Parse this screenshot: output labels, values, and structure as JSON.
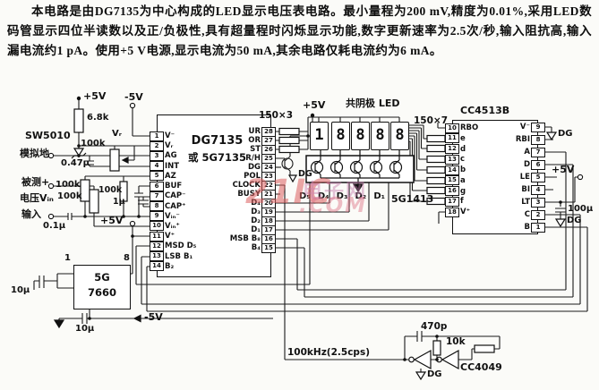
{
  "header": {
    "text": "本电路是由DG7135为中心构成的LED显示电压表电路。最小量程为200 mV,精度为0.01%,采用LED数码管显示四位半读数以及正/负极性,具有超量程时闪烁显示功能,数字更新速率为2.5次/秒,输入阻抗高,输入漏电流约1 pA。使用+5 V电源,显示电流为50 mA,其余电路仅耗电流约为6 mA。"
  },
  "watermark": {
    "big": "21IC",
    "name": "电子网",
    "com": ".COM"
  },
  "labels": {
    "p5": "+5V",
    "m5": "-5V",
    "r68k": "6.8k",
    "sw": "SW5010",
    "vr": "Vᵣ",
    "r100k": "100k",
    "agnd": "模拟地",
    "c047": "0.47μ",
    "c1u": "1μ",
    "meas": "被测+",
    "volt": "电压Vᵢₙ",
    "input": "输入",
    "c01u": "0.1μ",
    "r150x3": "150×3",
    "r150x7": "150×7",
    "dg": "DG",
    "c100u": "100μ",
    "c10u": "10μ",
    "freq": "100kHz(2.5cps)",
    "c470p": "470p",
    "r10k": "10k",
    "cc4049": "CC4049",
    "pin1": "1",
    "pin8": "8"
  },
  "ic7135": {
    "line1": "DG7135",
    "line2": "或 5G7135",
    "left_pins": [
      {
        "n": "1",
        "l": "V⁻"
      },
      {
        "n": "2",
        "l": "Vᵣ"
      },
      {
        "n": "3",
        "l": "AG"
      },
      {
        "n": "4",
        "l": "INT"
      },
      {
        "n": "5",
        "l": "AZ"
      },
      {
        "n": "6",
        "l": "BUF"
      },
      {
        "n": "7",
        "l": "CAP⁻"
      },
      {
        "n": "8",
        "l": "CAP⁺"
      },
      {
        "n": "9",
        "l": "Vᵢₙ⁻"
      },
      {
        "n": "10",
        "l": "Vᵢₙ⁺"
      },
      {
        "n": "11",
        "l": "V⁺"
      },
      {
        "n": "12",
        "l": "MSD D₅"
      },
      {
        "n": "13",
        "l": "LSB B₁"
      },
      {
        "n": "14",
        "l": "B₂"
      }
    ],
    "right_pins": [
      {
        "n": "28",
        "l": "UR"
      },
      {
        "n": "27",
        "l": "OR"
      },
      {
        "n": "26",
        "l": "ST"
      },
      {
        "n": "25",
        "l": "R/H"
      },
      {
        "n": "24",
        "l": "DG"
      },
      {
        "n": "23",
        "l": "POL"
      },
      {
        "n": "22",
        "l": "CLOCK"
      },
      {
        "n": "21",
        "l": "BUSY"
      },
      {
        "n": "20",
        "l": "D₄"
      },
      {
        "n": "19",
        "l": "D₃"
      },
      {
        "n": "18",
        "l": "D₂"
      },
      {
        "n": "17",
        "l": "D₁"
      },
      {
        "n": "16",
        "l": "MSB B₈"
      },
      {
        "n": "15",
        "l": "B₄"
      }
    ]
  },
  "ic4513": {
    "title": "CC4513B",
    "left_pins": [
      {
        "n": "10",
        "l": "RBO"
      },
      {
        "n": "11",
        "l": "e"
      },
      {
        "n": "12",
        "l": "d"
      },
      {
        "n": "13",
        "l": "c"
      },
      {
        "n": "14",
        "l": "b"
      },
      {
        "n": "15",
        "l": "a"
      },
      {
        "n": "16",
        "l": "g"
      },
      {
        "n": "17",
        "l": "f"
      },
      {
        "n": "18",
        "l": "V⁺"
      }
    ],
    "right_pins": [
      {
        "n": "9",
        "l": "V⁻"
      },
      {
        "n": "8",
        "l": "RBI"
      },
      {
        "n": "7",
        "l": "A"
      },
      {
        "n": "6",
        "l": "D"
      },
      {
        "n": "5",
        "l": "LE"
      },
      {
        "n": "4",
        "l": "BI"
      },
      {
        "n": "3",
        "l": "LT"
      },
      {
        "n": "2",
        "l": "C"
      },
      {
        "n": "1",
        "l": "B"
      }
    ]
  },
  "ic7660": {
    "line1": "5G",
    "line2": "7660"
  },
  "ic1413": {
    "name": "5G1413",
    "digit_labels": [
      "D₅",
      "D₄",
      "D₃",
      "D₂",
      "D₁"
    ]
  },
  "displays": {
    "note": "共阴极 LED",
    "digits": [
      "1",
      "8",
      "8",
      "8",
      "8"
    ]
  }
}
